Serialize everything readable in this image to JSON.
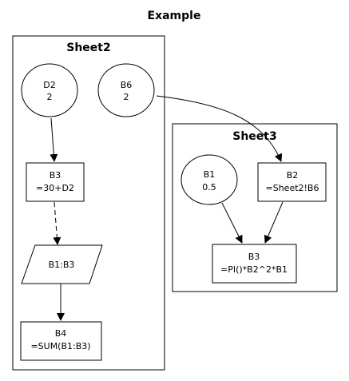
{
  "graph": {
    "title": "Example"
  },
  "clusters": {
    "sheet2": {
      "label": "Sheet2"
    },
    "sheet3": {
      "label": "Sheet3"
    }
  },
  "nodes": {
    "s2_d2": {
      "shape": "ellipse",
      "lines": [
        "D2",
        "2"
      ]
    },
    "s2_b6": {
      "shape": "ellipse",
      "lines": [
        "B6",
        "2"
      ]
    },
    "s2_b3": {
      "shape": "box",
      "lines": [
        "B3",
        "=30+D2"
      ]
    },
    "s2_range": {
      "shape": "parallelogram",
      "lines": [
        "B1:B3"
      ]
    },
    "s2_b4": {
      "shape": "box",
      "lines": [
        "B4",
        "=SUM(B1:B3)"
      ]
    },
    "s3_b1": {
      "shape": "ellipse",
      "lines": [
        "B1",
        "0.5"
      ]
    },
    "s3_b2": {
      "shape": "box",
      "lines": [
        "B2",
        "=Sheet2!B6"
      ]
    },
    "s3_b3": {
      "shape": "box",
      "lines": [
        "B3",
        "=PI()*B2^2*B1"
      ]
    }
  },
  "edges": [
    {
      "from": "s2_d2",
      "to": "s2_b3",
      "style": "solid"
    },
    {
      "from": "s2_b3",
      "to": "s2_range",
      "style": "dashed"
    },
    {
      "from": "s2_range",
      "to": "s2_b4",
      "style": "solid"
    },
    {
      "from": "s2_b6",
      "to": "s3_b2",
      "style": "solid"
    },
    {
      "from": "s3_b1",
      "to": "s3_b3",
      "style": "solid"
    },
    {
      "from": "s3_b2",
      "to": "s3_b3",
      "style": "solid"
    }
  ],
  "colors": {
    "stroke": "#000000",
    "background": "#ffffff"
  }
}
